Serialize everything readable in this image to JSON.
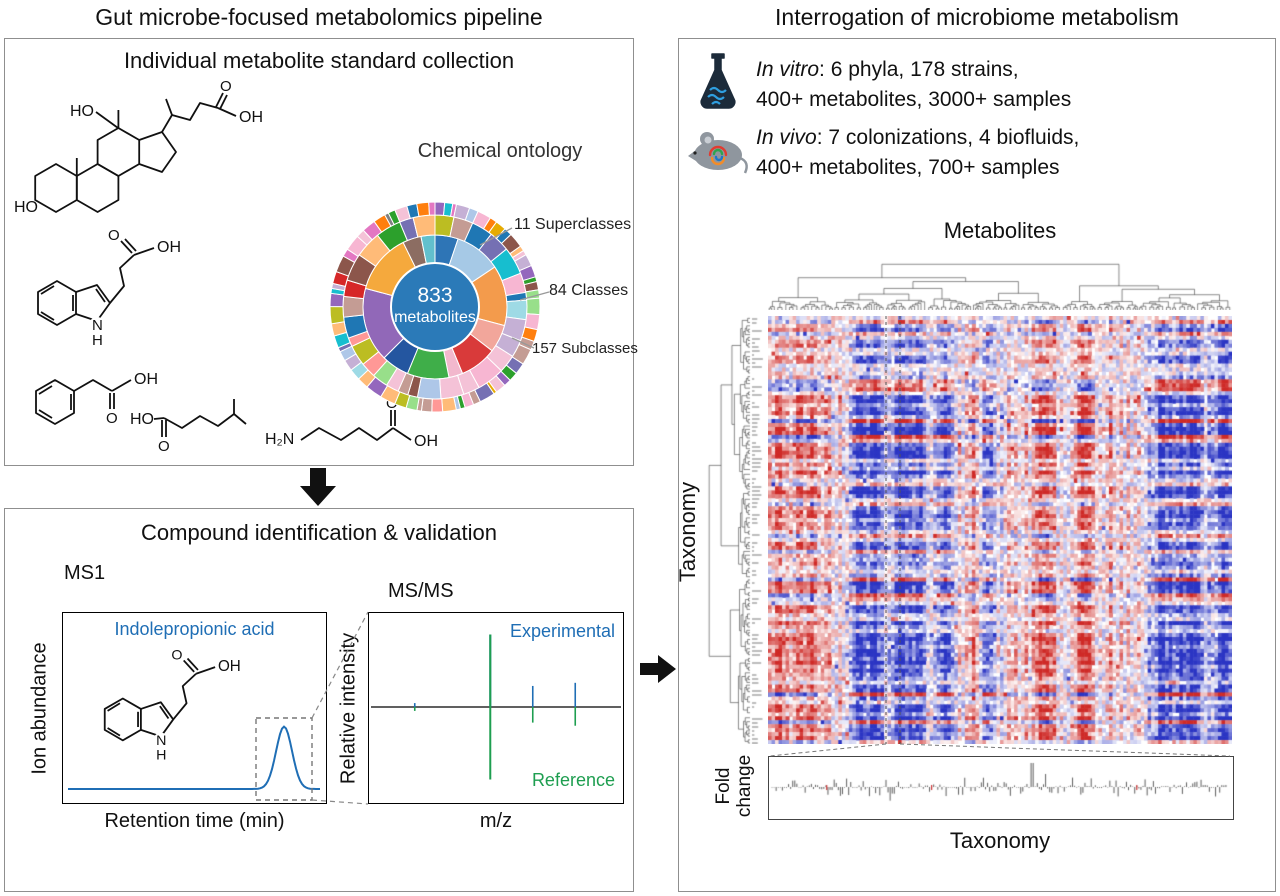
{
  "page": {
    "left_title": "Gut microbe-focused metabolomics pipeline",
    "right_title": "Interrogation of microbiome metabolism"
  },
  "atoms": {
    "ho": "HO",
    "oh": "OH",
    "o": "O",
    "n": "N",
    "h": "H",
    "h2n": "H₂N"
  },
  "collection": {
    "title": "Individual metabolite standard collection",
    "ontology_label": "Chemical ontology",
    "center_value": "833",
    "center_unit": "metabolites",
    "callout_superclasses": "11 Superclasses",
    "callout_classes": "84 Classes",
    "callout_subclasses": "157 Subclasses"
  },
  "identification": {
    "title": "Compound identification & validation",
    "ms1": "MS1",
    "msms": "MS/MS",
    "compound": "Indolepropionic acid",
    "ion_abundance": "Ion abundance",
    "retention_time": "Retention time (min)",
    "relative_intensity": "Relative intensity",
    "mz": "m/z",
    "experimental": "Experimental",
    "reference": "Reference"
  },
  "interrogation": {
    "invitro_label": "In vitro",
    "invitro_line1": ": 6 phyla, 178 strains,",
    "invitro_line2": "400+ metabolites, 3000+ samples",
    "invivo_label": "In vivo",
    "invivo_line1": ": 7 colonizations, 4 biofluids,",
    "invivo_line2": "400+ metabolites, 700+ samples",
    "metabolites_label": "Metabolites",
    "taxonomy_label": "Taxonomy",
    "fold_line1": "Fold",
    "fold_line2": "change",
    "taxonomy_xlabel": "Taxonomy"
  },
  "chart_data": [
    {
      "type": "pie",
      "name": "chemical-ontology-sunburst",
      "title": "Chemical ontology",
      "center_label": "833 metabolites",
      "center_color": "#2b7ab8",
      "levels": [
        {
          "label": "Superclasses",
          "count": 11
        },
        {
          "label": "Classes",
          "count": 84
        },
        {
          "label": "Subclasses",
          "count": 157
        }
      ],
      "inner_segments": [
        [
          "#2e75b6",
          5
        ],
        [
          "#a6c9e6",
          10
        ],
        [
          "#f39b4c",
          13
        ],
        [
          "#f2a69b",
          6
        ],
        [
          "#d93a3a",
          8
        ],
        [
          "#f2b8cd",
          3
        ],
        [
          "#3fae49",
          9
        ],
        [
          "#2456a0",
          6
        ],
        [
          "#9168b8",
          16
        ],
        [
          "#f5a93d",
          13
        ],
        [
          "#8c6d62",
          4
        ],
        [
          "#62c0cd",
          3
        ]
      ],
      "ring2_count": 30,
      "ring3_count": 64,
      "palette": [
        "#8c564b",
        "#c49c94",
        "#e377c2",
        "#f7b6d2",
        "#7f7f7f",
        "#bcbd22",
        "#17becf",
        "#9edae5",
        "#aec7e8",
        "#ffbb78",
        "#98df8a",
        "#ff9896",
        "#c5b0d5",
        "#2ca02c",
        "#d62728",
        "#9467bd",
        "#1f77b4",
        "#ff7f0e",
        "#f4c2d7",
        "#66a61e",
        "#e6ab02",
        "#7570b3"
      ],
      "seed": 11
    },
    {
      "type": "line",
      "name": "ms1-chromatogram",
      "compound": "Indolepropionic acid",
      "xlabel": "Retention time (min)",
      "ylabel": "Ion abundance",
      "peak_x_frac": 0.84,
      "peak_height_frac": 0.33,
      "color": "#1f6eb5"
    },
    {
      "type": "bar",
      "name": "msms-mirror-plot",
      "xlabel": "m/z",
      "ylabel": "Relative intensity",
      "series": [
        {
          "name": "Experimental",
          "color": "#1f6eb5",
          "direction": "up",
          "peaks": [
            [
              0.16,
              0.05
            ],
            [
              0.48,
              0.93
            ],
            [
              0.66,
              0.27
            ],
            [
              0.84,
              0.31
            ]
          ]
        },
        {
          "name": "Reference",
          "color": "#1e9e50",
          "direction": "down",
          "peaks": [
            [
              0.16,
              0.05
            ],
            [
              0.48,
              0.93
            ],
            [
              0.66,
              0.2
            ],
            [
              0.84,
              0.24
            ]
          ]
        }
      ]
    },
    {
      "type": "heatmap",
      "name": "taxonomy-metabolite-heatmap",
      "xlabel": "Metabolites",
      "ylabel": "Taxonomy",
      "rows": 108,
      "cols": 132,
      "positive_color": "#cf2a27",
      "negative_color": "#2b35c4",
      "value_range": [
        -1,
        1
      ],
      "seed": 42,
      "dendrogram_seed_top": 3,
      "dendrogram_seed_left": 5
    },
    {
      "type": "bar",
      "name": "fold-change-profile",
      "xlabel": "Taxonomy",
      "ylabel": "Fold change",
      "n_points": 220,
      "seed": 9,
      "color": "#333333",
      "highlight_color": "#cc3333"
    }
  ]
}
